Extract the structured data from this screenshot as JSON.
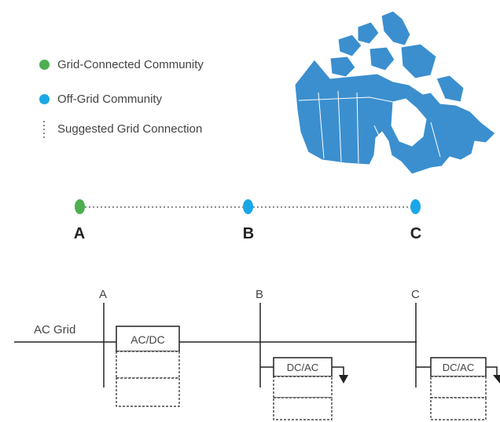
{
  "colors": {
    "grid_connected": "#4caf50",
    "off_grid": "#1aa7e8",
    "map_fill": "#3b8fcf",
    "map_stroke": "#ffffff",
    "line": "#222222",
    "dotted": "#666666"
  },
  "legend": {
    "items": [
      {
        "label": "Grid-Connected Community",
        "marker": "green-dot"
      },
      {
        "label": "Off-Grid Community",
        "marker": "blue-dot"
      },
      {
        "label": "Suggested Grid Connection",
        "marker": "vertical-dotted-line"
      }
    ]
  },
  "nodes": {
    "a": {
      "label": "A",
      "type": "grid-connected"
    },
    "b": {
      "label": "B",
      "type": "off-grid"
    },
    "c": {
      "label": "C",
      "type": "off-grid"
    }
  },
  "schematic": {
    "ac_grid_label": "AC Grid",
    "bus_a_label": "A",
    "bus_b_label": "B",
    "bus_c_label": "C",
    "converter_a_label": "AC/DC",
    "converter_b_label": "DC/AC",
    "converter_c_label": "DC/AC"
  }
}
